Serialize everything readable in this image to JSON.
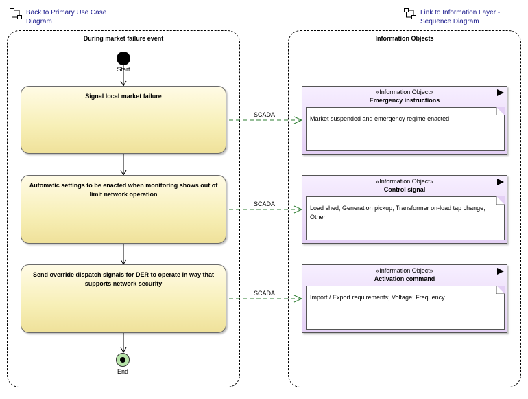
{
  "links": {
    "back": "Back to Primary Use Case Diagram",
    "forward": "Link to Information Layer - Sequence Diagram"
  },
  "partitions": {
    "left_title": "During market failure event",
    "right_title": "Information Objects"
  },
  "start_label": "Start",
  "end_label": "End",
  "actions": [
    {
      "label": "Signal local market failure"
    },
    {
      "label": "Automatic settings to be enacted when monitoring shows out of limit network operation"
    },
    {
      "label": "Send override dispatch signals for DER to operate in way that supports network security"
    }
  ],
  "connector_label": "SCADA",
  "info_objects": [
    {
      "stereotype": "«Information Object»",
      "name": "Emergency instructions",
      "note": "Market suspended and emergency regime enacted"
    },
    {
      "stereotype": "«Information Object»",
      "name": "Control signal",
      "note": "Load shed; Generation pickup; Transformer on-load tap change; Other"
    },
    {
      "stereotype": "«Information Object»",
      "name": "Activation command",
      "note": "Import / Export requirements; Voltage; Frequency"
    }
  ],
  "colors": {
    "action_fill": "#f7efb6",
    "info_fill": "#e4d0f5",
    "connector": "#2e7d32",
    "link_text": "#1a1a8c",
    "end_fill": "#b6e3a8"
  }
}
